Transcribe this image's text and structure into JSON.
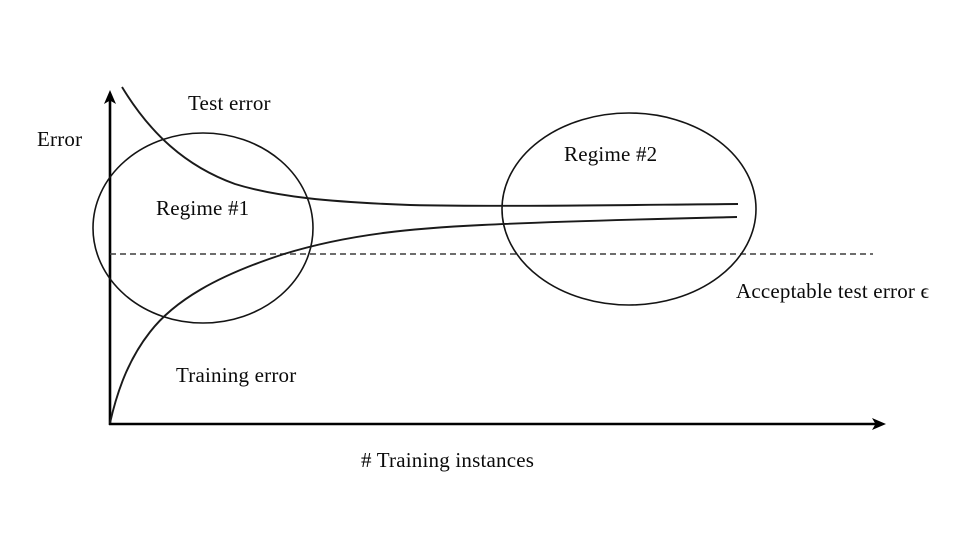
{
  "figure": {
    "background": "#ffffff",
    "ink_color": "#000000",
    "curve_color": "#1a1a1a",
    "ellipse_color": "#141414",
    "dashed_color": "#3d3d3d"
  },
  "labels": {
    "y_axis": "Error",
    "x_axis": "# Training instances",
    "test_curve": "Test error",
    "training_curve": "Training error",
    "regime1": "Regime #1",
    "regime2": "Regime #2",
    "threshold": "Acceptable test error ϵ"
  },
  "chart_data": {
    "type": "line",
    "title": "",
    "xlabel": "# Training instances",
    "ylabel": "Error",
    "axes_numeric": false,
    "series": [
      {
        "name": "Test error",
        "trend": "decreasing, asymptotes to a level slightly above the acceptable test error threshold"
      },
      {
        "name": "Training error",
        "trend": "increasing from zero, asymptotes just below the test error curve and above the threshold"
      }
    ],
    "annotations": [
      {
        "name": "Regime #1",
        "kind": "ellipse",
        "region": "small training set region near y-axis"
      },
      {
        "name": "Regime #2",
        "kind": "ellipse",
        "region": "large training set region where curves converge"
      },
      {
        "name": "Acceptable test error ϵ",
        "kind": "dashed horizontal threshold line"
      }
    ],
    "legend_position": "inline-labels",
    "grid": false
  }
}
